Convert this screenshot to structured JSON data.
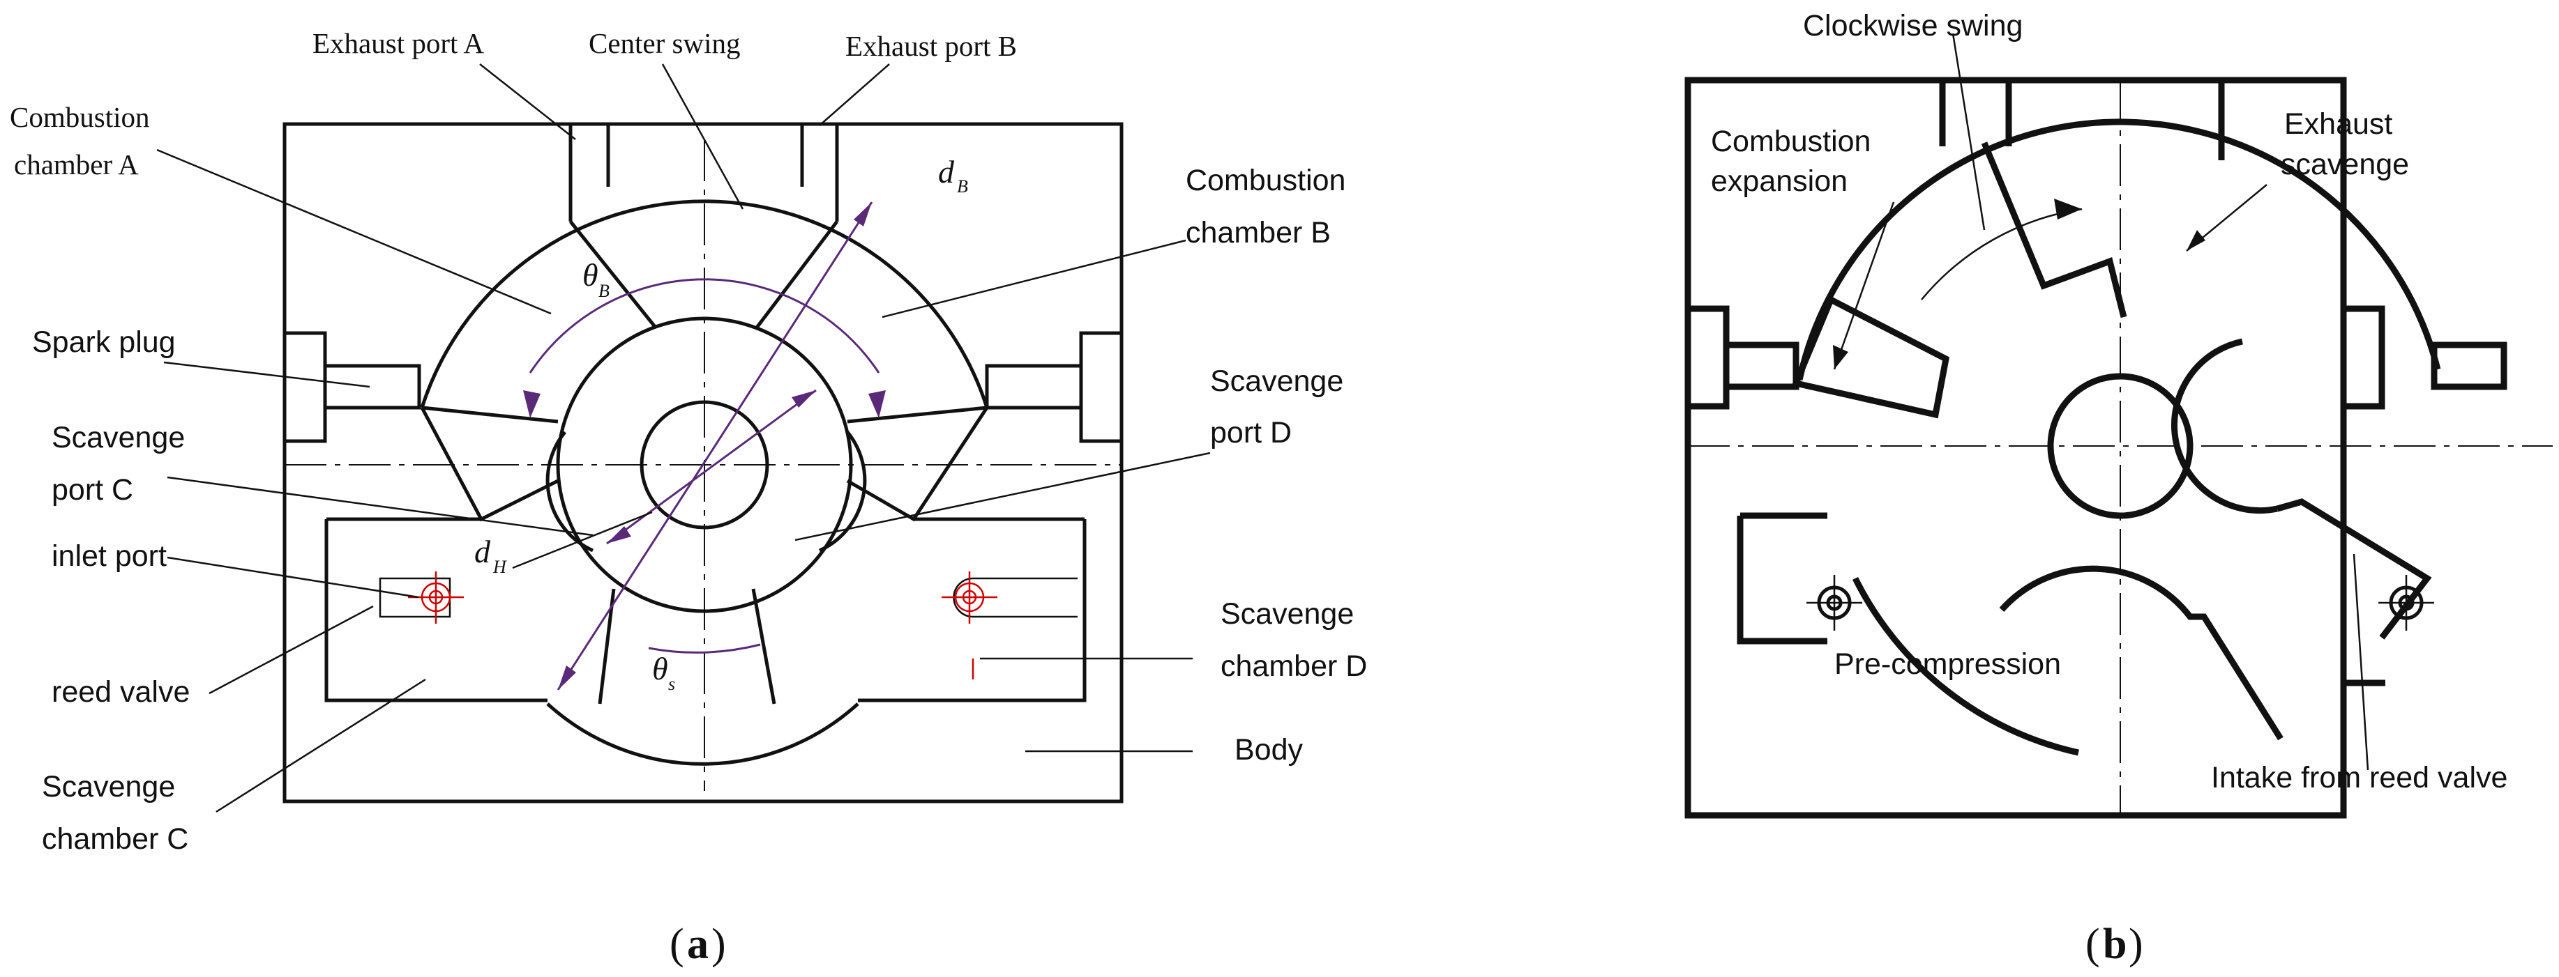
{
  "diagram_a": {
    "labels": {
      "exhaust_port_a": "Exhaust port A",
      "center_swing": "Center swing",
      "exhaust_port_b": "Exhaust port B",
      "combustion_chamber_a_1": "Combustion",
      "combustion_chamber_a_2": "chamber A",
      "combustion_chamber_b_1": "Combustion",
      "combustion_chamber_b_2": "chamber B",
      "spark_plug": "Spark plug",
      "scavenge_port_c_1": "Scavenge",
      "scavenge_port_c_2": "port C",
      "scavenge_port_d_1": "Scavenge",
      "scavenge_port_d_2": "port D",
      "inlet_port": "inlet port",
      "reed_valve": "reed valve",
      "scavenge_chamber_c_1": "Scavenge",
      "scavenge_chamber_c_2": "chamber C",
      "scavenge_chamber_d_1": "Scavenge",
      "scavenge_chamber_d_2": "chamber D",
      "body": "Body"
    },
    "symbols": {
      "d_b": "d",
      "d_b_sub": "B",
      "theta_b": "θ",
      "theta_b_sub": "B",
      "d_h": "d",
      "d_h_sub": "H",
      "theta_s": "θ",
      "theta_s_sub": "s"
    },
    "caption": {
      "open": "(",
      "letter": "a",
      "close": ")"
    }
  },
  "diagram_b": {
    "labels": {
      "clockwise_swing": "Clockwise swing",
      "combustion_expansion_1": "Combustion",
      "combustion_expansion_2": "expansion",
      "exhaust_scavenge_1": "Exhaust",
      "exhaust_scavenge_2": "scavenge",
      "pre_compression": "Pre-compression",
      "intake_reed_valve": "Intake from reed  valve"
    },
    "caption": {
      "open": "(",
      "letter": "b",
      "close": ")"
    }
  },
  "colors": {
    "line": "#111111",
    "dimension": "#5a2a78",
    "centermark": "#d00000"
  }
}
